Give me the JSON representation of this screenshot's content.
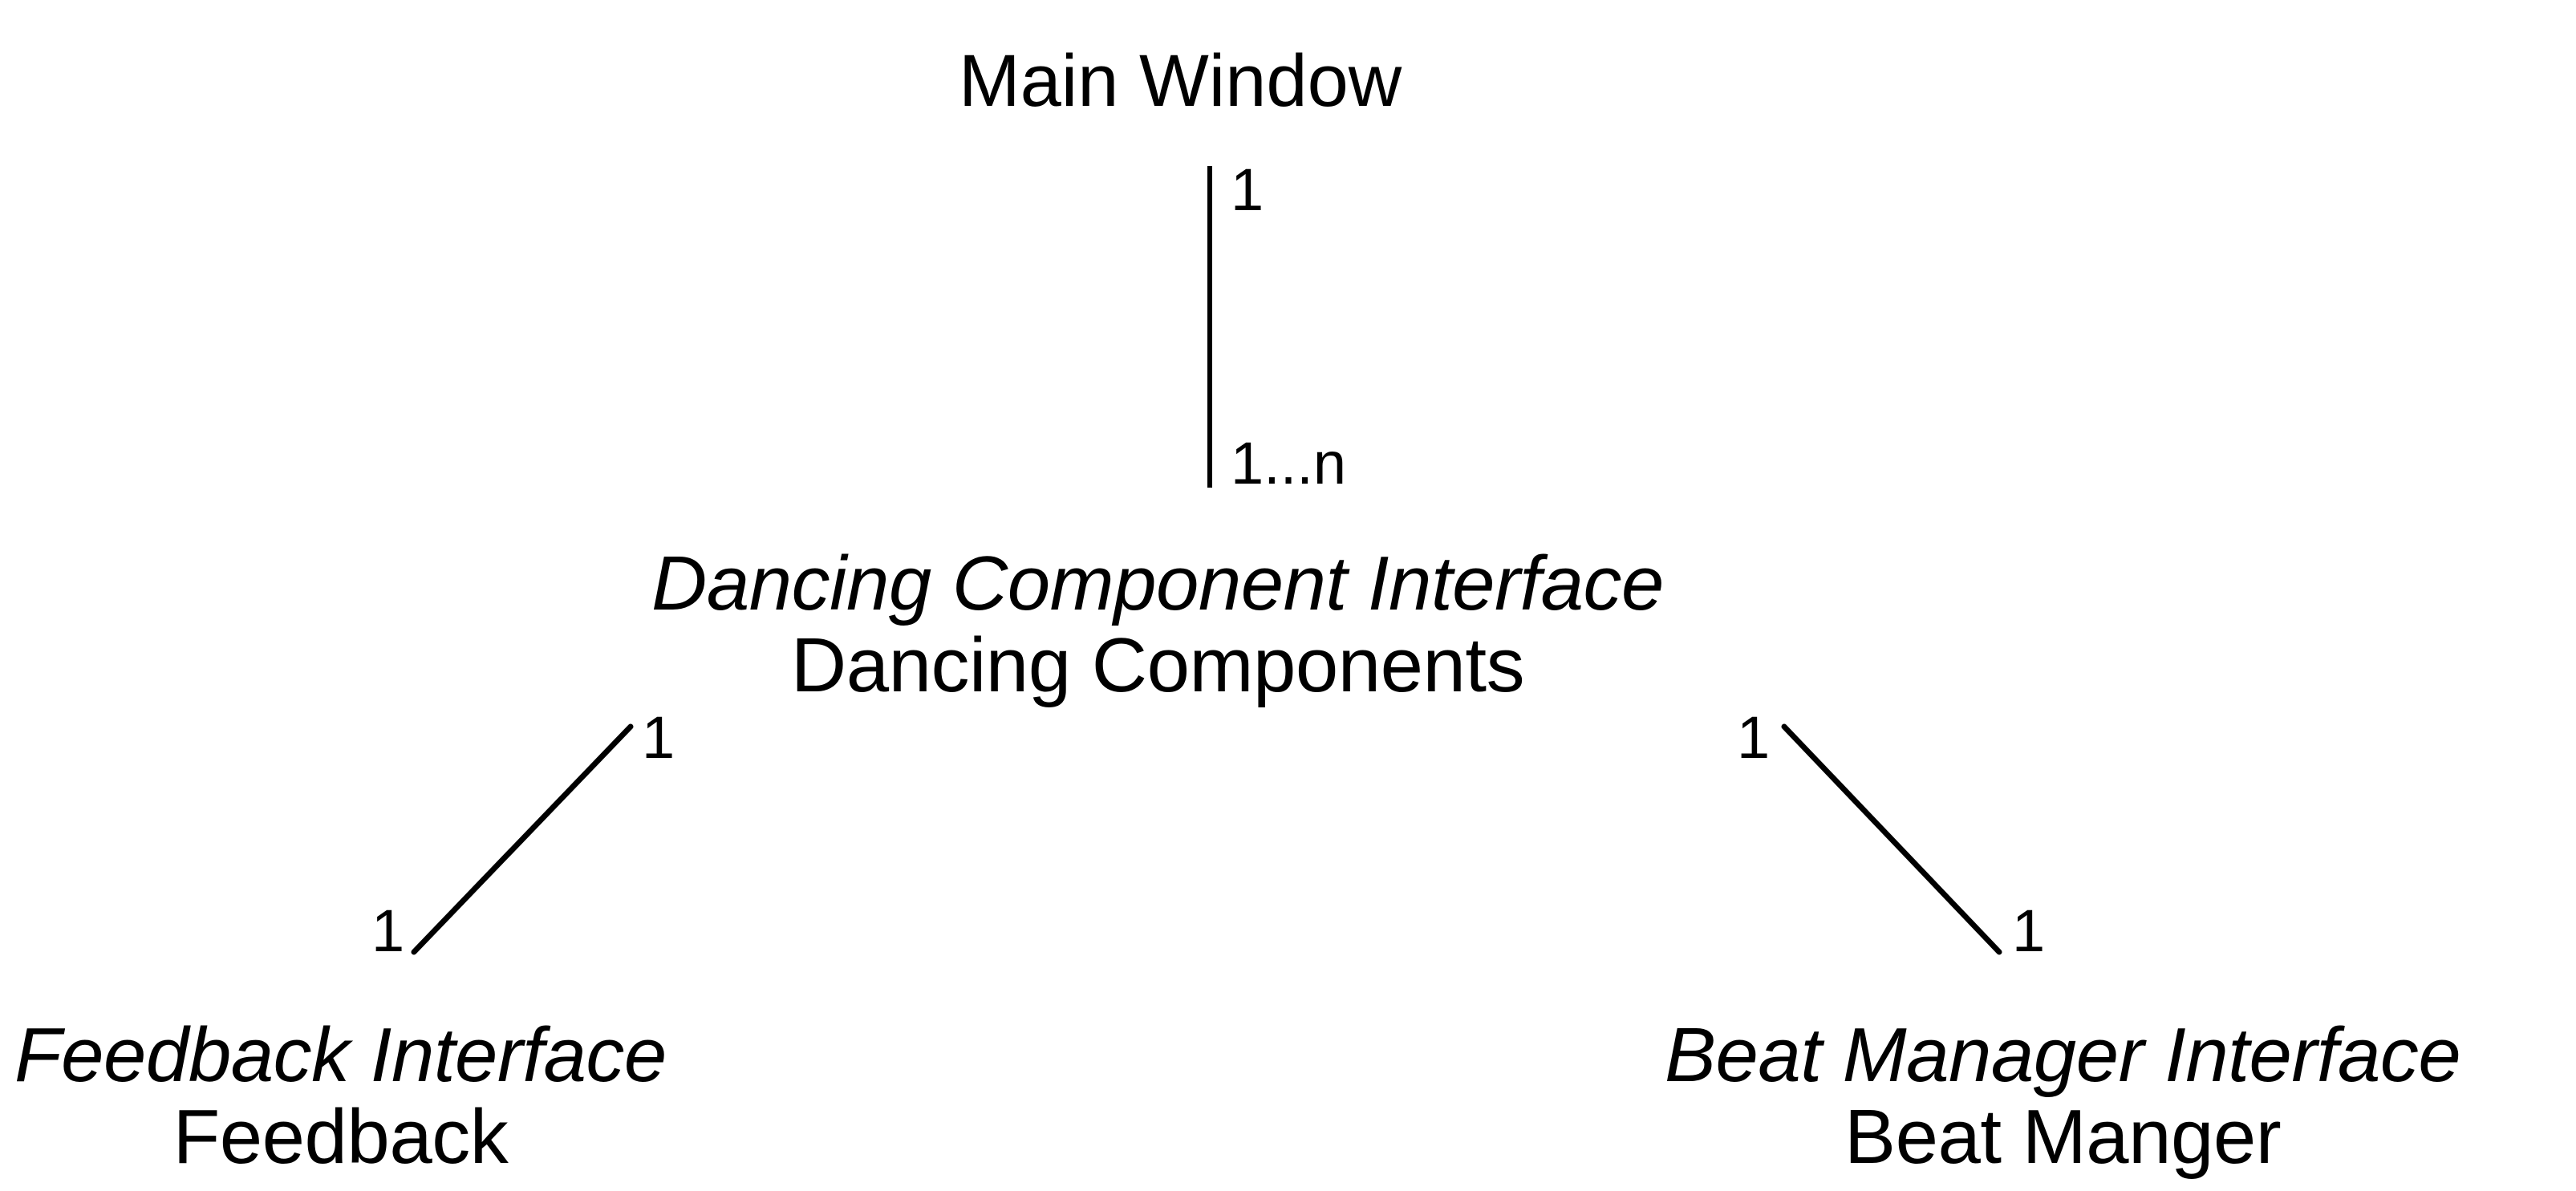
{
  "diagram": {
    "title": "Main Window",
    "background_color": "#ffffff",
    "line_color": "#000000",
    "nodes": {
      "root": {
        "name": "Main Window",
        "kind": "class"
      },
      "dancing": {
        "interface": "Dancing Component Interface",
        "implementation": "Dancing Components"
      },
      "feedback": {
        "interface": "Feedback Interface",
        "implementation": "Feedback"
      },
      "beat": {
        "interface": "Beat Manager Interface",
        "implementation": "Beat Manger"
      }
    },
    "edges": {
      "root_to_dancing": {
        "source_multiplicity": "1",
        "target_multiplicity": "1...n"
      },
      "dancing_to_feedback": {
        "source_multiplicity": "1",
        "target_multiplicity": "1"
      },
      "dancing_to_beat": {
        "source_multiplicity": "1",
        "target_multiplicity": "1"
      }
    }
  }
}
